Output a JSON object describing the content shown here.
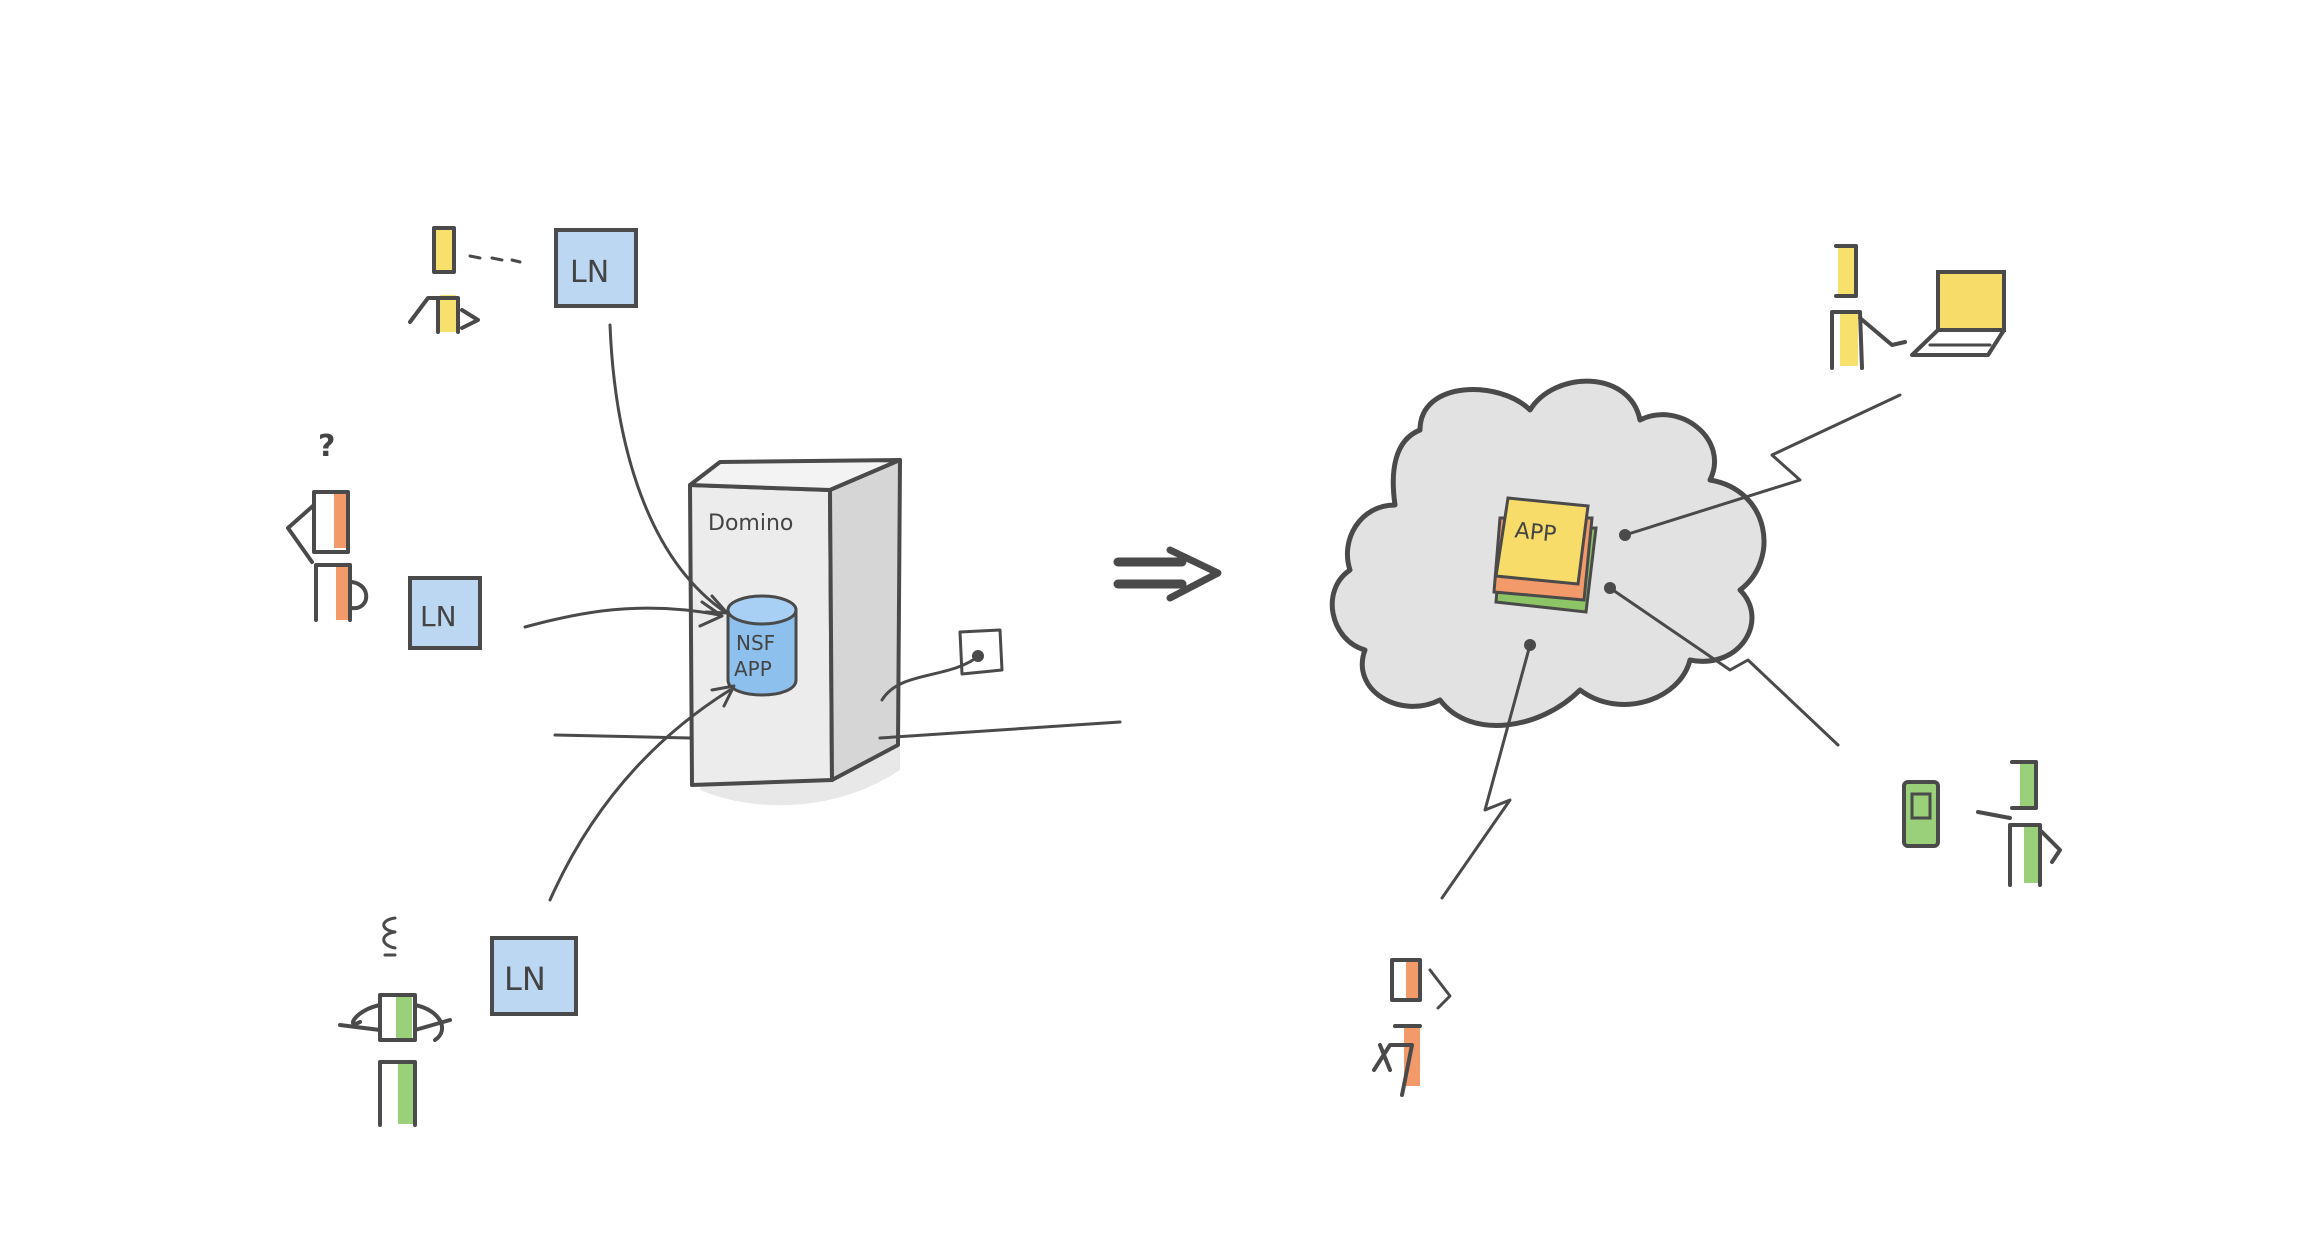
{
  "server": {
    "label": "Domino",
    "database_line1": "NSF",
    "database_line2": "APP"
  },
  "clients": [
    {
      "label": "LN"
    },
    {
      "label": "LN"
    },
    {
      "label": "LN"
    }
  ],
  "cloud": {
    "app_label": "APP"
  },
  "annotations": {
    "confused_mark": "?",
    "arrow": "⇒"
  },
  "colors": {
    "ink": "#4a4a4a",
    "ln_box": "#bcd7f2",
    "database": "#8ec0ee",
    "cloud": "#e2e2e2",
    "server": "#e6e6e6",
    "sticky_yellow": "#f7dc6a",
    "sticky_orange": "#f29a6a",
    "sticky_green": "#8cc466",
    "person_yellow": "#f7e16c",
    "person_orange": "#f29a6a",
    "person_green": "#9bd07a"
  }
}
